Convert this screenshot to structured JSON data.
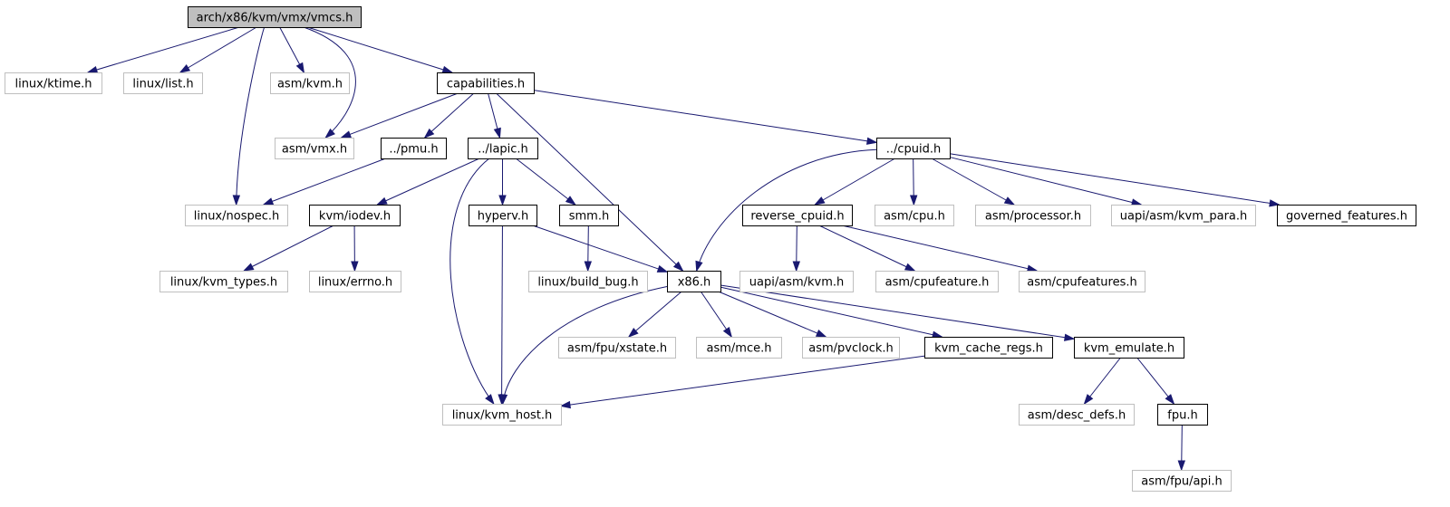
{
  "graph": {
    "root": "vmcs",
    "nodes": [
      {
        "id": "vmcs",
        "label": "arch/x86/kvm/vmx/vmcs.h",
        "kind": "root"
      },
      {
        "id": "ktime",
        "label": "linux/ktime.h",
        "kind": "external"
      },
      {
        "id": "list",
        "label": "linux/list.h",
        "kind": "external"
      },
      {
        "id": "asmkvm",
        "label": "asm/kvm.h",
        "kind": "external"
      },
      {
        "id": "capabilities",
        "label": "capabilities.h",
        "kind": "documented"
      },
      {
        "id": "asmvmx",
        "label": "asm/vmx.h",
        "kind": "external"
      },
      {
        "id": "pmu",
        "label": "../pmu.h",
        "kind": "documented"
      },
      {
        "id": "lapic",
        "label": "../lapic.h",
        "kind": "documented"
      },
      {
        "id": "cpuid",
        "label": "../cpuid.h",
        "kind": "documented"
      },
      {
        "id": "nospec",
        "label": "linux/nospec.h",
        "kind": "external"
      },
      {
        "id": "iodev",
        "label": "kvm/iodev.h",
        "kind": "documented"
      },
      {
        "id": "hyperv",
        "label": "hyperv.h",
        "kind": "documented"
      },
      {
        "id": "smm",
        "label": "smm.h",
        "kind": "documented"
      },
      {
        "id": "reverse_cpuid",
        "label": "reverse_cpuid.h",
        "kind": "documented"
      },
      {
        "id": "asmcpu",
        "label": "asm/cpu.h",
        "kind": "external"
      },
      {
        "id": "processor",
        "label": "asm/processor.h",
        "kind": "external"
      },
      {
        "id": "kvm_para",
        "label": "uapi/asm/kvm_para.h",
        "kind": "external"
      },
      {
        "id": "governed",
        "label": "governed_features.h",
        "kind": "documented"
      },
      {
        "id": "kvm_types",
        "label": "linux/kvm_types.h",
        "kind": "external"
      },
      {
        "id": "errno",
        "label": "linux/errno.h",
        "kind": "external"
      },
      {
        "id": "build_bug",
        "label": "linux/build_bug.h",
        "kind": "external"
      },
      {
        "id": "x86",
        "label": "x86.h",
        "kind": "documented"
      },
      {
        "id": "uapi_kvm",
        "label": "uapi/asm/kvm.h",
        "kind": "external"
      },
      {
        "id": "cpufeature",
        "label": "asm/cpufeature.h",
        "kind": "external"
      },
      {
        "id": "cpufeatures",
        "label": "asm/cpufeatures.h",
        "kind": "external"
      },
      {
        "id": "xstate",
        "label": "asm/fpu/xstate.h",
        "kind": "external"
      },
      {
        "id": "mce",
        "label": "asm/mce.h",
        "kind": "external"
      },
      {
        "id": "pvclock",
        "label": "asm/pvclock.h",
        "kind": "external"
      },
      {
        "id": "cache_regs",
        "label": "kvm_cache_regs.h",
        "kind": "documented"
      },
      {
        "id": "emulate",
        "label": "kvm_emulate.h",
        "kind": "documented"
      },
      {
        "id": "kvm_host",
        "label": "linux/kvm_host.h",
        "kind": "external"
      },
      {
        "id": "desc_defs",
        "label": "asm/desc_defs.h",
        "kind": "external"
      },
      {
        "id": "fpu",
        "label": "fpu.h",
        "kind": "documented"
      },
      {
        "id": "fpu_api",
        "label": "asm/fpu/api.h",
        "kind": "external"
      }
    ],
    "edges": [
      [
        "vmcs",
        "ktime"
      ],
      [
        "vmcs",
        "list"
      ],
      [
        "vmcs",
        "nospec"
      ],
      [
        "vmcs",
        "asmkvm"
      ],
      [
        "vmcs",
        "asmvmx"
      ],
      [
        "vmcs",
        "capabilities"
      ],
      [
        "capabilities",
        "asmvmx"
      ],
      [
        "capabilities",
        "pmu"
      ],
      [
        "capabilities",
        "lapic"
      ],
      [
        "capabilities",
        "x86"
      ],
      [
        "capabilities",
        "cpuid"
      ],
      [
        "pmu",
        "nospec"
      ],
      [
        "lapic",
        "iodev"
      ],
      [
        "lapic",
        "kvm_host"
      ],
      [
        "lapic",
        "hyperv"
      ],
      [
        "lapic",
        "smm"
      ],
      [
        "iodev",
        "kvm_types"
      ],
      [
        "iodev",
        "errno"
      ],
      [
        "hyperv",
        "kvm_host"
      ],
      [
        "hyperv",
        "x86"
      ],
      [
        "smm",
        "build_bug"
      ],
      [
        "cpuid",
        "x86"
      ],
      [
        "cpuid",
        "reverse_cpuid"
      ],
      [
        "cpuid",
        "asmcpu"
      ],
      [
        "cpuid",
        "processor"
      ],
      [
        "cpuid",
        "kvm_para"
      ],
      [
        "cpuid",
        "governed"
      ],
      [
        "reverse_cpuid",
        "uapi_kvm"
      ],
      [
        "reverse_cpuid",
        "cpufeature"
      ],
      [
        "reverse_cpuid",
        "cpufeatures"
      ],
      [
        "x86",
        "kvm_host"
      ],
      [
        "x86",
        "xstate"
      ],
      [
        "x86",
        "mce"
      ],
      [
        "x86",
        "pvclock"
      ],
      [
        "x86",
        "cache_regs"
      ],
      [
        "x86",
        "emulate"
      ],
      [
        "cache_regs",
        "kvm_host"
      ],
      [
        "emulate",
        "desc_defs"
      ],
      [
        "emulate",
        "fpu"
      ],
      [
        "fpu",
        "fpu_api"
      ]
    ]
  },
  "colors": {
    "edge": "#191970",
    "root_fill": "#bfbfbf",
    "documented_border": "#000000",
    "external_border": "#bfbfbf"
  }
}
